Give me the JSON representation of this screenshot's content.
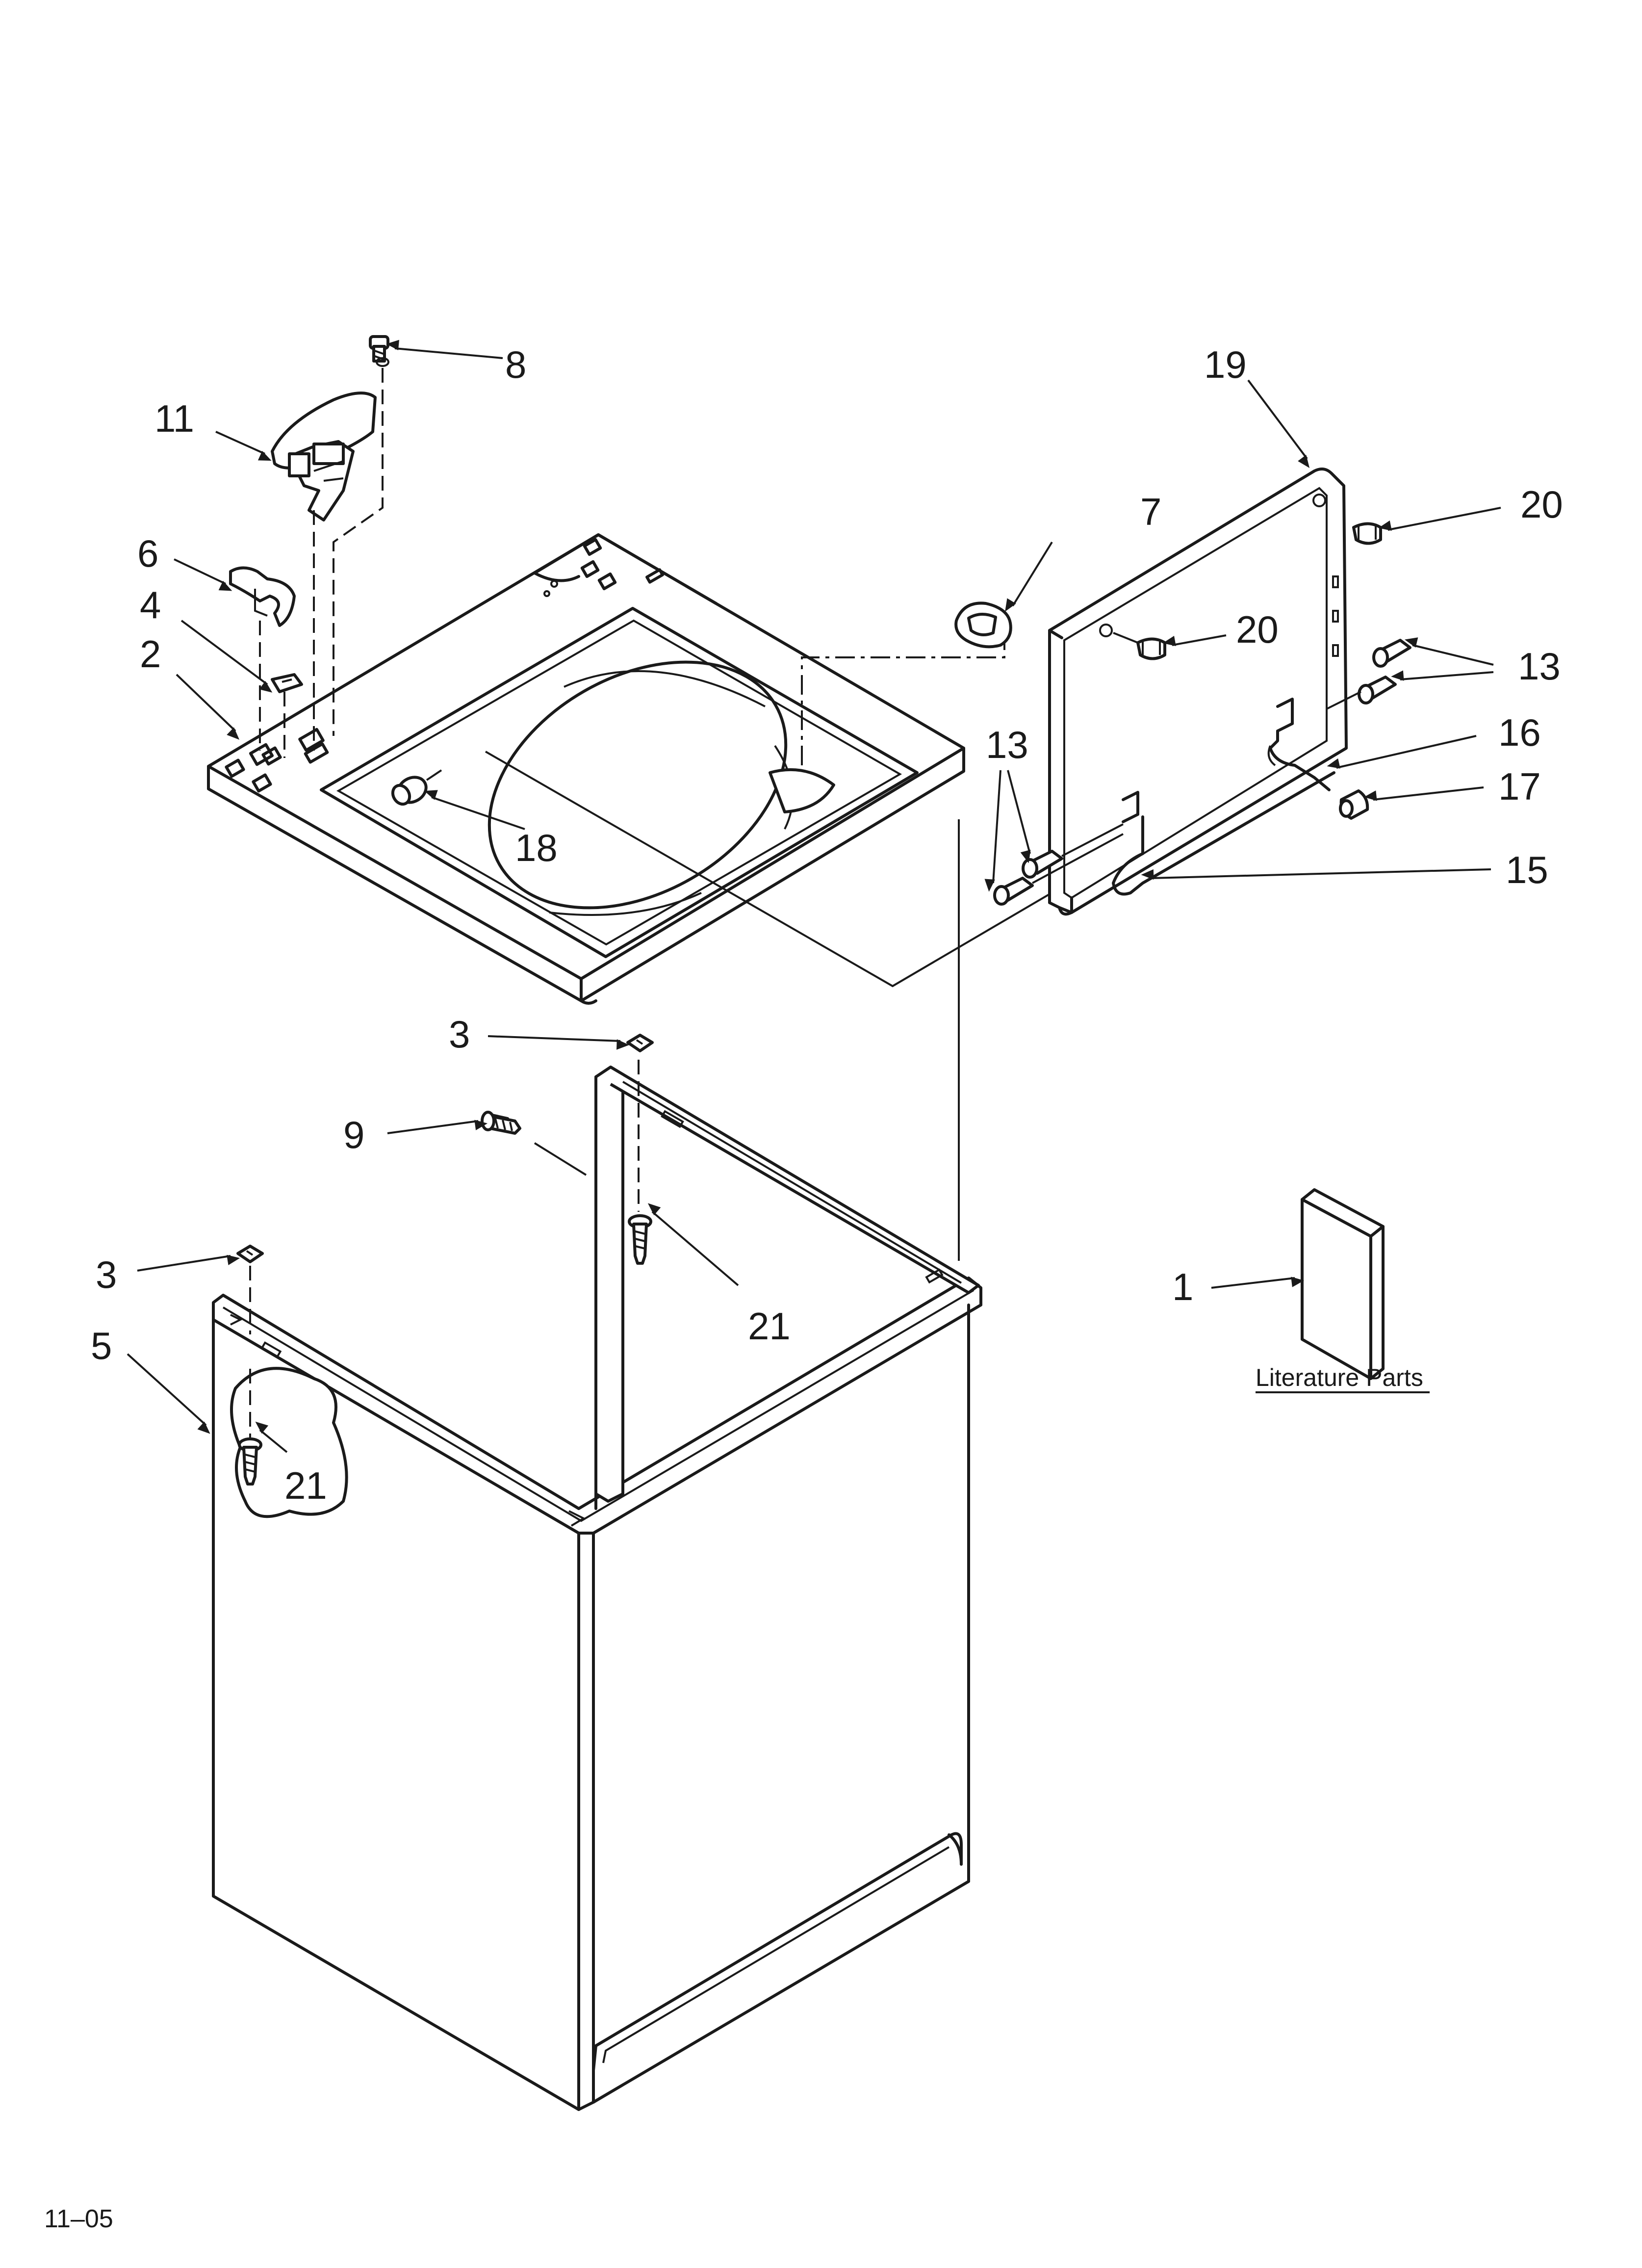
{
  "callouts": {
    "c1": "1",
    "c2": "2",
    "c3a": "3",
    "c3b": "3",
    "c4": "4",
    "c5": "5",
    "c6": "6",
    "c7": "7",
    "c8": "8",
    "c9": "9",
    "c11": "11",
    "c13a": "13",
    "c13b": "13",
    "c15": "15",
    "c16": "16",
    "c17": "17",
    "c18": "18",
    "c19": "19",
    "c20a": "20",
    "c20b": "20",
    "c21a": "21",
    "c21b": "21"
  },
  "literature_label": "Literature Parts",
  "footer_code": "11–05",
  "colors": {
    "ink": "#1a1a1a",
    "paper": "#ffffff"
  }
}
